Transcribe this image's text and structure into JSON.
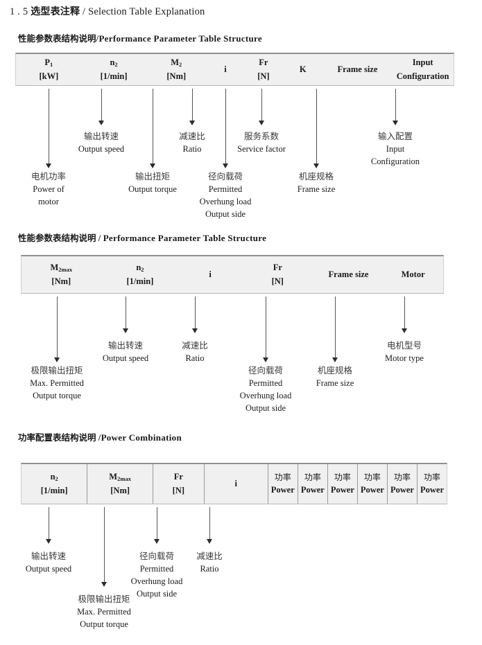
{
  "page": {
    "title_number": "1 . 5",
    "title_cn": "选型表注释",
    "title_sep": "/",
    "title_en": "Selection Table Explanation"
  },
  "sections": [
    {
      "heading_cn": "性能参数表结构说明",
      "heading_sep": "/",
      "heading_en": "Performance Parameter Table Structure",
      "table": {
        "has_dividers": false,
        "columns": [
          {
            "symbol": "P",
            "sub": "1",
            "unit": "[kW]"
          },
          {
            "symbol": "n",
            "sub": "2",
            "unit": "[1/min]"
          },
          {
            "symbol": "M",
            "sub": "2",
            "unit": "[Nm]"
          },
          {
            "symbol": "i",
            "sub": "",
            "unit": ""
          },
          {
            "symbol": "Fr",
            "sub": "",
            "unit": "[N]"
          },
          {
            "symbol": "K",
            "sub": "",
            "unit": ""
          },
          {
            "symbol": "Frame size",
            "sub": "",
            "unit": ""
          },
          {
            "symbol": "Input",
            "sub": "",
            "unit": "Configuration"
          }
        ]
      },
      "annotations": [
        {
          "cn": "电机功率",
          "en": [
            "Power of",
            "motor"
          ]
        },
        {
          "cn": "输出转速",
          "en": [
            "Output speed"
          ]
        },
        {
          "cn": "输出扭矩",
          "en": [
            "Output torque"
          ]
        },
        {
          "cn": "减速比",
          "en": [
            "Ratio"
          ]
        },
        {
          "cn": "径向载荷",
          "en": [
            "Permitted",
            "Overhung load",
            "Output side"
          ]
        },
        {
          "cn": "服务系数",
          "en": [
            "Service factor"
          ]
        },
        {
          "cn": "机座规格",
          "en": [
            "Frame size"
          ]
        },
        {
          "cn": "输入配置",
          "en": [
            "Input",
            "Configuration"
          ]
        }
      ]
    },
    {
      "heading_cn": "性能参数表结构说明",
      "heading_sep": "/",
      "heading_en": "Performance Parameter Table Structure",
      "table": {
        "has_dividers": false,
        "columns": [
          {
            "symbol": "M",
            "sub": "2max",
            "unit": "[Nm]"
          },
          {
            "symbol": "n",
            "sub": "2",
            "unit": "[1/min]"
          },
          {
            "symbol": "i",
            "sub": "",
            "unit": ""
          },
          {
            "symbol": "Fr",
            "sub": "",
            "unit": "[N]"
          },
          {
            "symbol": "Frame size",
            "sub": "",
            "unit": ""
          },
          {
            "symbol": "Motor",
            "sub": "",
            "unit": ""
          }
        ]
      },
      "annotations": [
        {
          "cn": "极限输出扭矩",
          "en": [
            "Max. Permitted",
            "Output  torque"
          ]
        },
        {
          "cn": "输出转速",
          "en": [
            "Output speed"
          ]
        },
        {
          "cn": "减速比",
          "en": [
            "Ratio"
          ]
        },
        {
          "cn": "径向载荷",
          "en": [
            "Permitted",
            "Overhung load",
            "Output side"
          ]
        },
        {
          "cn": "机座规格",
          "en": [
            "Frame size"
          ]
        },
        {
          "cn": "电机型号",
          "en": [
            "Motor type"
          ]
        }
      ]
    },
    {
      "heading_cn": "功率配置表结构说明",
      "heading_sep": "/",
      "heading_en": "Power Combination",
      "table": {
        "has_dividers": true,
        "columns": [
          {
            "symbol": "n",
            "sub": "2",
            "unit": "[1/min]"
          },
          {
            "symbol": "M",
            "sub": "2max",
            "unit": "[Nm]"
          },
          {
            "symbol": "Fr",
            "sub": "",
            "unit": "[N]"
          },
          {
            "symbol": "i",
            "sub": "",
            "unit": ""
          },
          {
            "symbol_cn": "功率",
            "unit": "Power"
          },
          {
            "symbol_cn": "功率",
            "unit": "Power"
          },
          {
            "symbol_cn": "功率",
            "unit": "Power"
          },
          {
            "symbol_cn": "功率",
            "unit": "Power"
          },
          {
            "symbol_cn": "功率",
            "unit": "Power"
          },
          {
            "symbol_cn": "功率",
            "unit": "Power"
          }
        ]
      },
      "annotations": [
        {
          "cn": "输出转速",
          "en": [
            "Output speed"
          ]
        },
        {
          "cn": "极限输出扭矩",
          "en": [
            "Max. Permitted",
            "Output  torque"
          ]
        },
        {
          "cn": "径向载荷",
          "en": [
            "Permitted",
            "Overhung load",
            "Output side"
          ]
        },
        {
          "cn": "减速比",
          "en": [
            "Ratio"
          ]
        }
      ]
    }
  ],
  "colors": {
    "table_fill": "#f0f0f0",
    "table_border_top": "#8f8f8f",
    "arrow": "#2b2b2b",
    "text": "#1a1a1a"
  }
}
